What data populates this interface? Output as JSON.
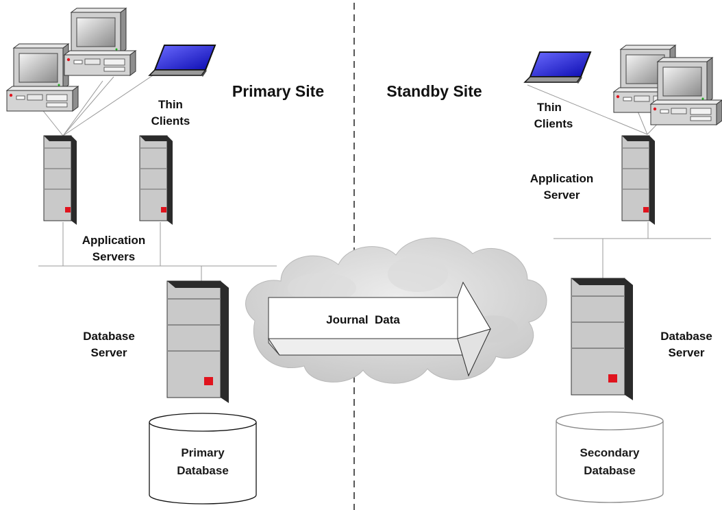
{
  "primary": {
    "title": "Primary Site",
    "thin_clients": [
      "Thin",
      "Clients"
    ],
    "app_servers": [
      "Application",
      "Servers"
    ],
    "db_server": [
      "Database",
      "Server"
    ],
    "database": [
      "Primary",
      "Database"
    ]
  },
  "standby": {
    "title": "Standby Site",
    "thin_clients": [
      "Thin",
      "Clients"
    ],
    "app_server": [
      "Application",
      "Server"
    ],
    "db_server": [
      "Database",
      "Server"
    ],
    "database": [
      "Secondary",
      "Database"
    ]
  },
  "transfer": {
    "label": "Journal  Data"
  },
  "colors": {
    "tower_front": "#c8c8c8",
    "tower_side": "#2a2a2a",
    "power_light": "#e0141e",
    "cloud": "#d6d6d6",
    "laptop_screen": "#1616d8",
    "divider": "#555555"
  }
}
